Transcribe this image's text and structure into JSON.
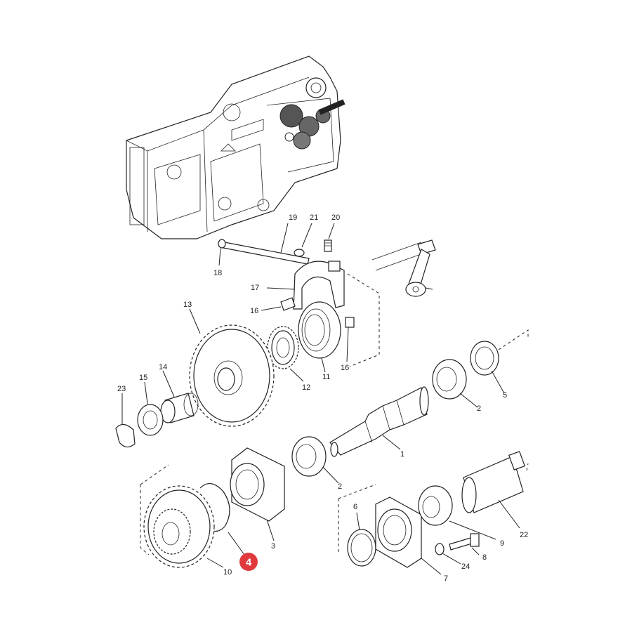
{
  "callouts": [
    "1",
    "2",
    "3",
    "5",
    "6",
    "7",
    "8",
    "9",
    "10",
    "11",
    "12",
    "13",
    "14",
    "15",
    "16",
    "17",
    "18",
    "19",
    "20",
    "21",
    "22",
    "23",
    "24"
  ],
  "callout_1": "1",
  "callout_2a": "2",
  "callout_2b": "2",
  "callout_3": "3",
  "callout_5": "5",
  "callout_6": "6",
  "callout_7": "7",
  "callout_8": "8",
  "callout_9": "9",
  "callout_10": "10",
  "callout_11": "11",
  "callout_12": "12",
  "callout_13": "13",
  "callout_14": "14",
  "callout_15": "15",
  "callout_16a": "16",
  "callout_16b": "16",
  "callout_17": "17",
  "callout_18": "18",
  "callout_19": "19",
  "callout_20": "20",
  "callout_21": "21",
  "callout_22": "22",
  "callout_23": "23",
  "callout_24": "24",
  "highlight_badge": "4",
  "colors": {
    "badge": "#e03a3e",
    "line": "#222222",
    "background": "#ffffff"
  }
}
